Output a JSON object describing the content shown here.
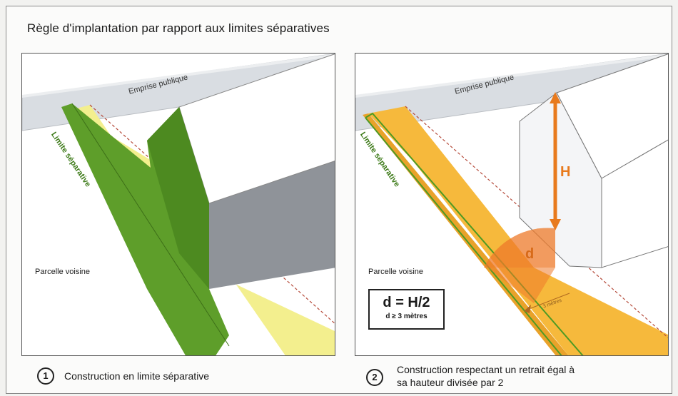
{
  "title": "Règle d'implantation par rapport aux limites séparatives",
  "panel1": {
    "road_label": "Emprise publique",
    "limit_label": "Limite séparative",
    "parcel_label": "Parcelle voisine",
    "number": "1",
    "caption": "Construction en limite séparative"
  },
  "panel2": {
    "road_label": "Emprise publique",
    "limit_label": "Limite séparative",
    "parcel_label": "Parcelle voisine",
    "height_symbol": "H",
    "distance_symbol": "d",
    "min_band_label": "3 mètres",
    "formula": "d = H/2",
    "formula_sub": "d ≥ 3 mètres",
    "number": "2",
    "caption_line1": "Construction respectant un retrait égal à",
    "caption_line2": "sa hauteur divisée par 2"
  },
  "colors": {
    "road": "#d9dde2",
    "wall_green": "#5e9e2a",
    "band_yellow": "#f3ef8e",
    "band_orange": "#f6b93c",
    "arrow_orange": "#e87a1d",
    "roof_grey": "#8f9399"
  }
}
